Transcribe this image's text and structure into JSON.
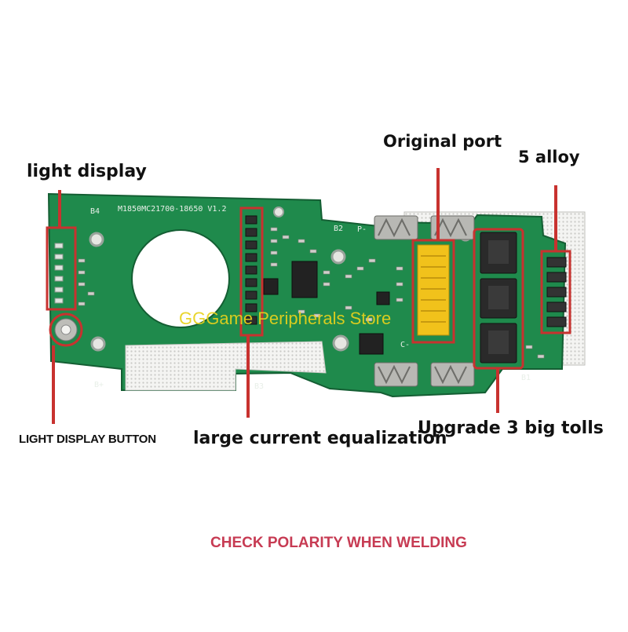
{
  "callouts": {
    "light_display": "light display",
    "original_port": "Original port",
    "alloy": "5 alloy",
    "light_display_button": "LIGHT DISPLAY BUTTON",
    "current_equalization": "large current equalization",
    "big_tolls": "Upgrade 3 big tolls"
  },
  "footer_note": "CHECK POLARITY WHEN WELDING",
  "watermark": "GGGame Peripherals Store",
  "board": {
    "model": "M1850MC21700-18650 V1.2",
    "pads": {
      "b4": "B4",
      "b2": "B2",
      "b3": "B3",
      "b1": "B1",
      "b_plus": "B+",
      "p_minus": "P-",
      "c_minus": "C-"
    }
  },
  "colors": {
    "pcb": "#1f8a4c",
    "pcb_dark": "#176b3a",
    "callout": "#c8322f",
    "gold": "#f1c21b",
    "check_text": "#c73b53"
  }
}
